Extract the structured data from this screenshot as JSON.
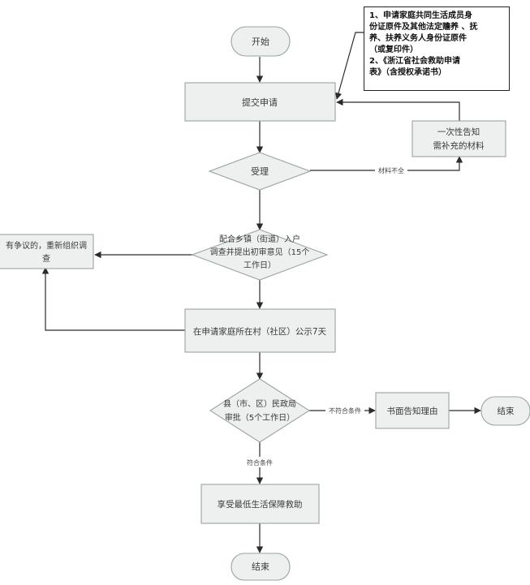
{
  "nodes": {
    "start": "开始",
    "submit": "提交申请",
    "notify_supplement": [
      "一次性告知",
      "需补充的材料"
    ],
    "accept": "受理",
    "investigate": [
      "配合乡镇（街道）入户",
      "调查并提出初审意见（15个",
      "工作日）"
    ],
    "dispute": [
      "有争议的，重新组织调",
      "查"
    ],
    "publicize": "在申请家庭所在村（社区）公示7天",
    "county_approve": [
      "县（市、区）民政局",
      "审批（5个工作日）"
    ],
    "written_notice": "书面告知理由",
    "end_right": "结束",
    "enjoy": "享受最低生活保障救助",
    "end_bottom": "结束"
  },
  "edges": {
    "materials_incomplete": "材料不全",
    "not_qualified": "不符合条件",
    "qualified": "符合条件"
  },
  "note": {
    "lines": [
      "1、申请家庭共同生活成员身",
      "份证原件及其他法定赡养 、抚",
      "养、扶养义务人身份证原件",
      "（或复印件）",
      "2、《浙江省社会救助申请",
      "表》（含授权承诺书）"
    ]
  },
  "colors": {
    "node_fill": "#eef0ef",
    "node_stroke": "#9aa3a0",
    "line": "#2b2b2b"
  }
}
